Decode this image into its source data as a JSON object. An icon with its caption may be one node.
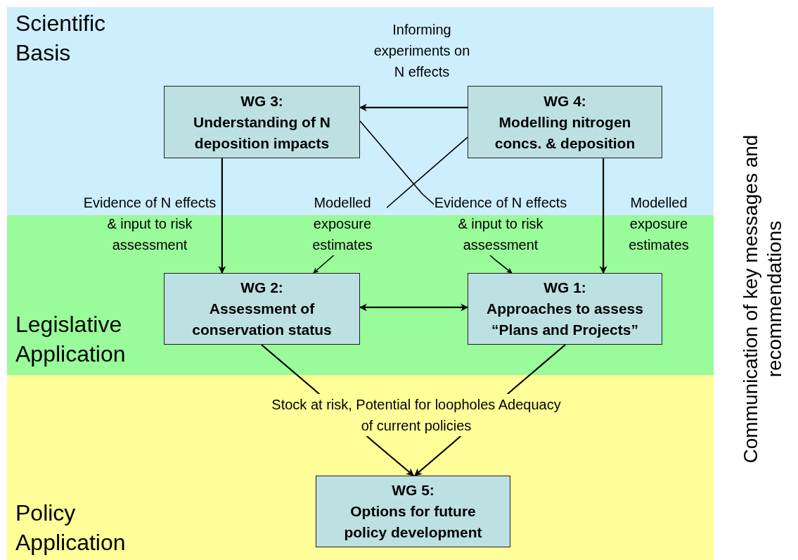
{
  "diagram": {
    "nodes": [
      {
        "text": [
          "Scientific Basis"
        ]
      },
      {
        "text": [
          "Legislative Application"
        ]
      },
      {
        "text": [
          "Policy Application"
        ]
      },
      {
        "text": [
          "WG 3:",
          "Understanding of N deposition impacts"
        ],
        "in": 0
      },
      {
        "text": [
          "WG 4:",
          "Modelling nitrogen concs. & deposition"
        ],
        "in": 0
      },
      {
        "text": [
          "WG 2:",
          "Assessment of conservation status"
        ],
        "in": 1
      },
      {
        "text": [
          "WG 1:",
          "Approaches to assess “Plans and Projects”"
        ],
        "in": 1
      },
      {
        "text": [
          "WG 5:",
          "Options for future policy development"
        ],
        "in": 2
      }
    ],
    "edges": [
      {
        "from": 4,
        "to": 3,
        "arrow": "to",
        "label": "Informing experiments on N effects"
      },
      {
        "from": 3,
        "to": 5,
        "arrow": "to",
        "label": "Evidence of N effects & input to risk assessment"
      },
      {
        "from": 4,
        "to": 6,
        "arrow": "to",
        "label": "Modelled exposure estimates"
      },
      {
        "from": 3,
        "to": 6,
        "arrow": "to",
        "label": "Evidence of N effects & input to risk assessment"
      },
      {
        "from": 4,
        "to": 5,
        "arrow": "to",
        "label": "Modelled exposure estimates"
      },
      {
        "from": 5,
        "to": 6,
        "arrow": "both"
      },
      {
        "from": 5,
        "to": 7,
        "arrow": "to",
        "label": "Stock at risk, Potential for loopholes Adequacy of current policies"
      },
      {
        "from": 6,
        "to": 7,
        "arrow": "to"
      }
    ],
    "labels": [
      "Communication of key messages and recommendations"
    ]
  }
}
